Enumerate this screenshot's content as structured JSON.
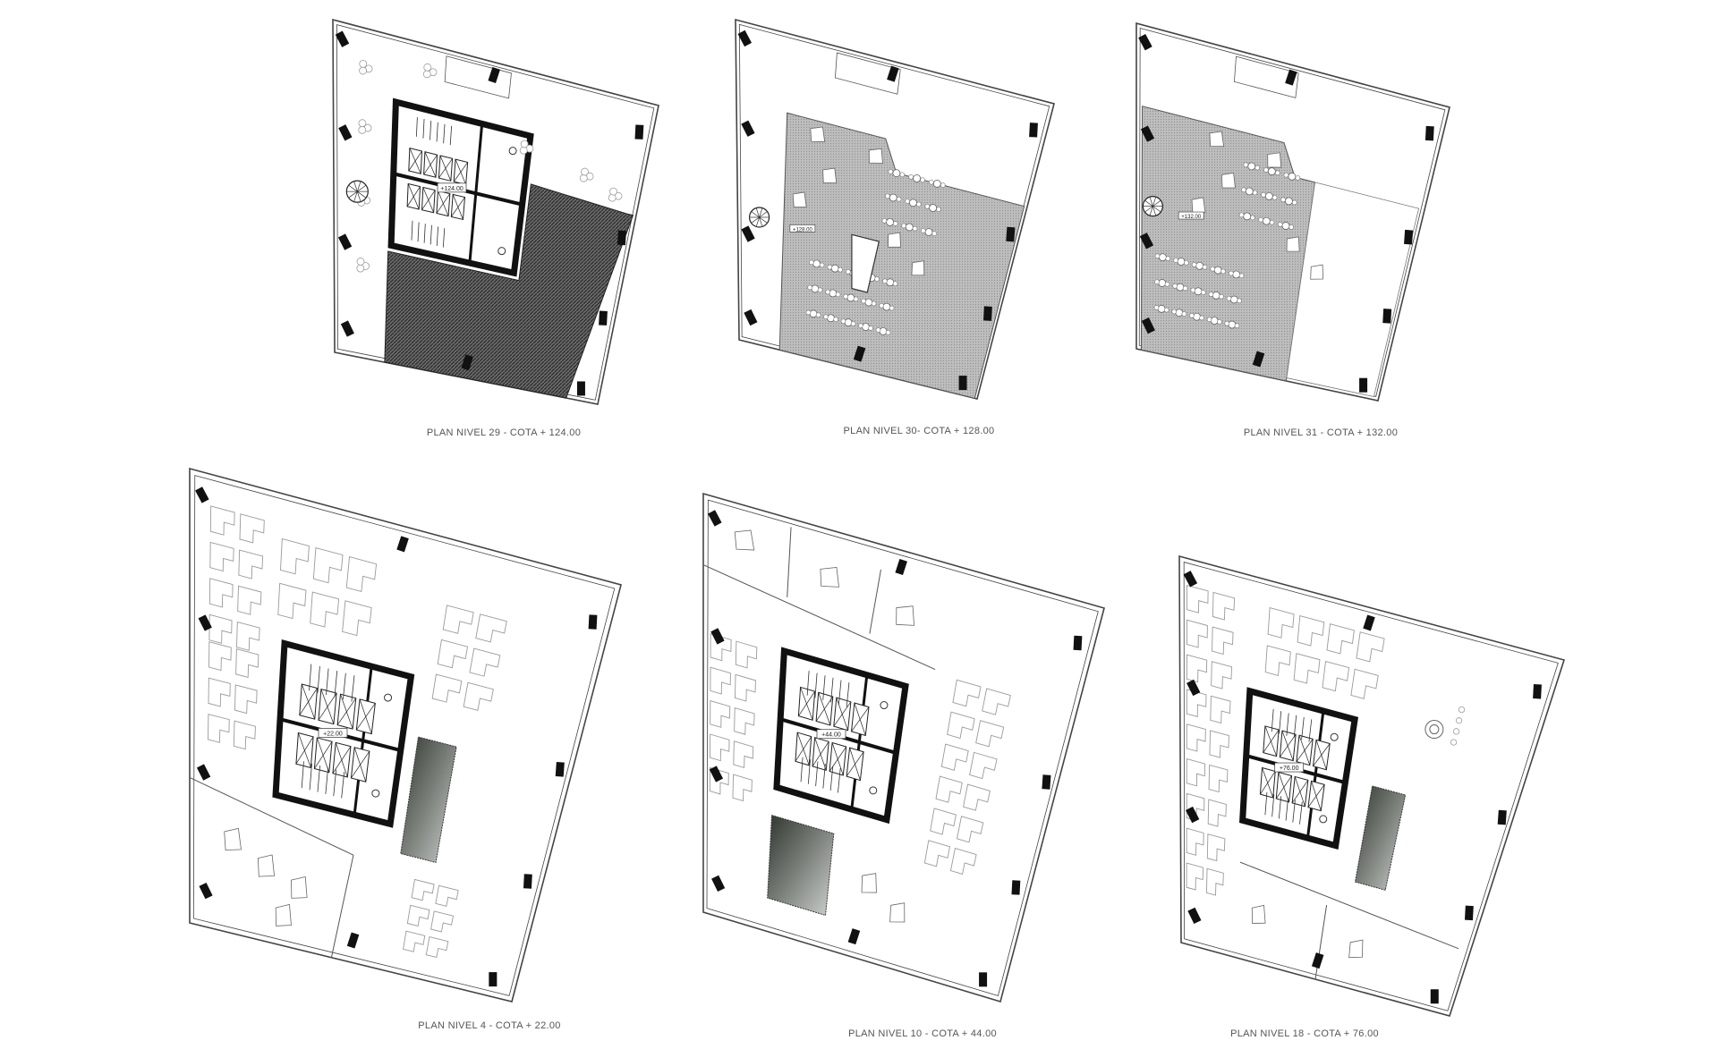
{
  "plans": [
    {
      "id": "n29",
      "caption": "PLAN NIVEL 29 - COTA + 124.00",
      "level_tag": "+124.00",
      "fill": "hatch-dark",
      "kind": "top-core"
    },
    {
      "id": "n30",
      "caption": "PLAN NIVEL 30- COTA + 128.00",
      "level_tag": "+128.00",
      "fill": "grey-dots",
      "kind": "terrace"
    },
    {
      "id": "n31",
      "caption": "PLAN NIVEL 31 - COTA + 132.00",
      "level_tag": "+132.00",
      "fill": "grey-dots",
      "kind": "terrace"
    },
    {
      "id": "n4",
      "caption": "PLAN NIVEL 4 - COTA + 22.00",
      "level_tag": "+22.00",
      "fill": "none",
      "kind": "office"
    },
    {
      "id": "n10",
      "caption": "PLAN NIVEL 10 - COTA + 44.00",
      "level_tag": "+44.00",
      "fill": "none",
      "kind": "office"
    },
    {
      "id": "n18",
      "caption": "PLAN NIVEL 18 - COTA + 76.00",
      "level_tag": "+76.00",
      "fill": "none",
      "kind": "office"
    }
  ],
  "colors": {
    "wall": "#111111",
    "outline": "#444444",
    "furniture": "#9a9a9a",
    "grey_fill": "#b4b4b4",
    "hatch": "#3a3a3a",
    "void_dark": "#4a4f4a"
  }
}
